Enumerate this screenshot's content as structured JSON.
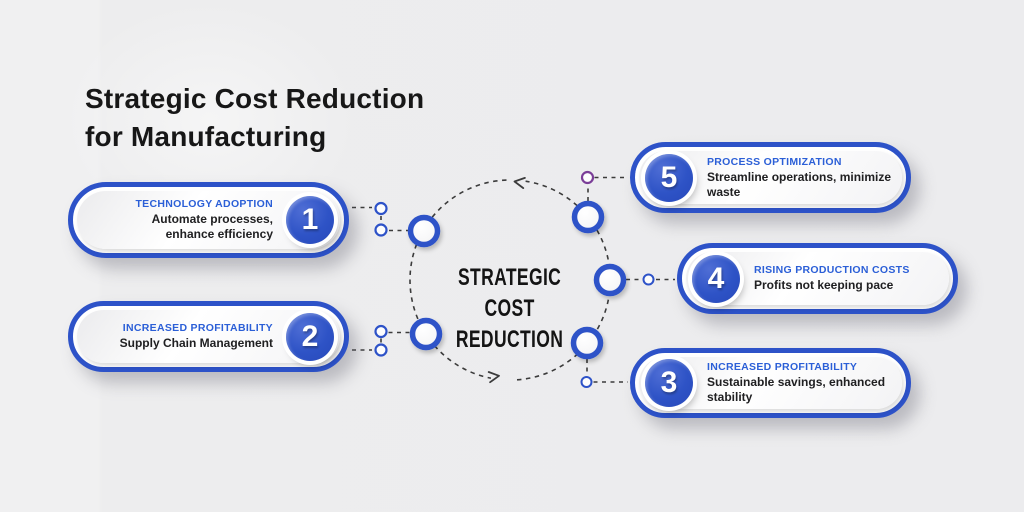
{
  "title": {
    "text": "Strategic Cost Reduction\nfor Manufacturing"
  },
  "center": {
    "label": "STRATEGIC\nCOST\nREDUCTION"
  },
  "colors": {
    "accent_blue": "#2d52c8",
    "title_blue": "#2b5fd7",
    "connector_purple": "#7b3e98",
    "line_gray": "#3b3b3b",
    "text_dark": "#202022",
    "background": "#ededee"
  },
  "cards": [
    {
      "number": "1",
      "title": "TECHNOLOGY ADOPTION",
      "subtitle": "Automate processes,\nenhance efficiency",
      "side": "left"
    },
    {
      "number": "2",
      "title": "INCREASED PROFITABILITY",
      "subtitle": "Supply Chain Management",
      "side": "left"
    },
    {
      "number": "3",
      "title": "INCREASED PROFITABILITY",
      "subtitle": "Sustainable savings, enhanced\nstability",
      "side": "right"
    },
    {
      "number": "4",
      "title": "RISING PRODUCTION COSTS",
      "subtitle": "Profits not keeping pace",
      "side": "right"
    },
    {
      "number": "5",
      "title": "PROCESS OPTIMIZATION",
      "subtitle": "Streamline operations, minimize\nwaste",
      "side": "right"
    }
  ]
}
